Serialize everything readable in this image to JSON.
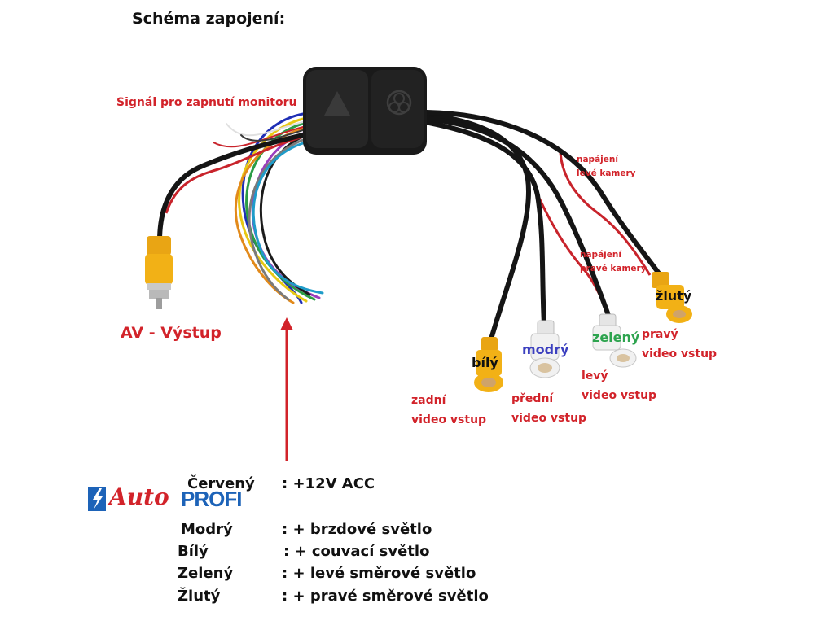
{
  "title": "Schéma zapojení:",
  "labels": {
    "monitor_signal": "Signál pro zapnutí monitoru",
    "av_output": "AV - Výstup",
    "left_cam_power": [
      "napájení",
      "levé kamery"
    ],
    "right_cam_power": [
      "napájení",
      "pravé kamery"
    ],
    "rear_input": [
      "zadní",
      "video vstup"
    ],
    "front_input": [
      "přední",
      "video vstup"
    ],
    "left_input": [
      "levý",
      "video vstup"
    ],
    "right_input": [
      "pravý",
      "video vstup"
    ]
  },
  "connector_tags": {
    "white": "bílý",
    "blue": "modrý",
    "green": "zelený",
    "yellow": "žlutý"
  },
  "legend": [
    {
      "color": "Červený",
      "desc": ":  +12V ACC"
    },
    {
      "color": "Modrý",
      "desc": ": + brzdové světlo"
    },
    {
      "color": "Bílý",
      "desc": ": + couvací světlo"
    },
    {
      "color": "Zelený",
      "desc": ": + levé směrové světlo"
    },
    {
      "color": "Žlutý",
      "desc": ": + pravé směrové světlo"
    }
  ],
  "logo": {
    "part1": "Auto",
    "part2": "PROFI"
  },
  "colors": {
    "label_red": "#d2232a",
    "tag_blue": "#3b3fbf",
    "tag_green": "#2ea44f",
    "rca_yellow": "#f2b116",
    "rca_white": "#eeeeee",
    "logo_blue": "#1d63b8"
  }
}
